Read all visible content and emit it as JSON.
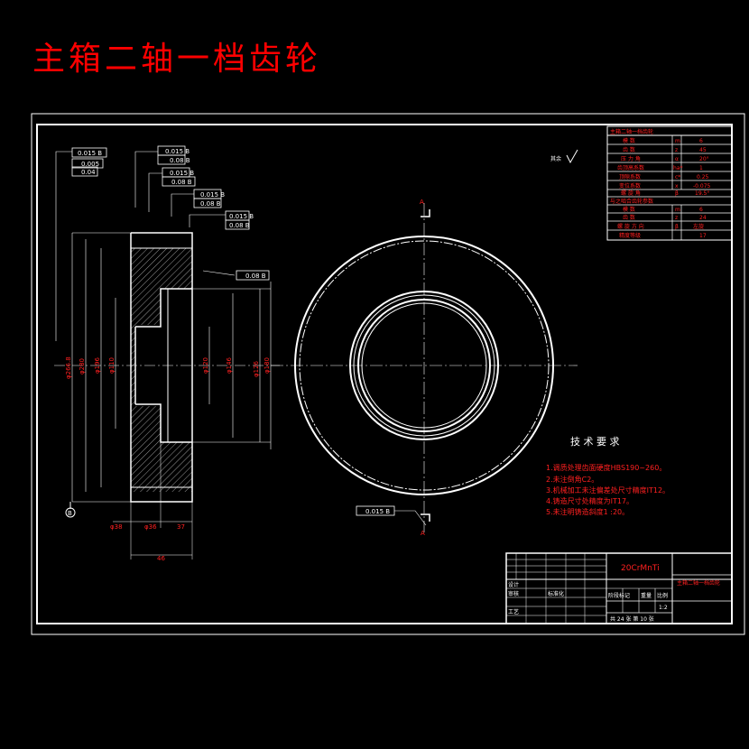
{
  "title": "主箱二轴一档齿轮",
  "colors": {
    "background": "#000000",
    "lines": "#ffffff",
    "text_red": "#ff2020",
    "title": "#ff0000"
  },
  "param_table": {
    "header": "主箱二轴一档齿轮",
    "rows": [
      {
        "name": "模 数",
        "sym": "m",
        "val": "6"
      },
      {
        "name": "齿 数",
        "sym": "z",
        "val": "45"
      },
      {
        "name": "压 力 角",
        "sym": "α",
        "val": "20°"
      },
      {
        "name": "齿顶高系数",
        "sym": "ha*",
        "val": "1"
      },
      {
        "name": "顶隙系数",
        "sym": "c*",
        "val": "0.25"
      },
      {
        "name": "变位系数",
        "sym": "x",
        "val": "-0.075"
      },
      {
        "name": "螺 旋 角",
        "sym": "β",
        "val": "19.5°"
      }
    ],
    "header2": "与之啮合齿轮参数",
    "rows2": [
      {
        "name": "模 数",
        "sym": "m",
        "val": "6"
      },
      {
        "name": "齿 数",
        "sym": "z",
        "val": "24"
      },
      {
        "name": "螺 旋 方 向",
        "sym": "β",
        "val": "左旋"
      },
      {
        "name": "精度等级",
        "sym": "",
        "val": "17"
      }
    ]
  },
  "roughness_note": "其余",
  "section_label": "A",
  "tolerances": {
    "runout_top": "0.015 B",
    "flat": "0.08 B",
    "dims_left": [
      "0.015 B",
      "0.005",
      "0.04"
    ],
    "mid": "0.08 B",
    "bottom": "0.015 B"
  },
  "dims": {
    "vertical": [
      "φ266.8",
      "φ280",
      "φ196",
      "φ110",
      "φ120",
      "φ146",
      "φ126",
      "φ180"
    ],
    "horizontal": [
      "φ38",
      "φ36",
      "37",
      "46"
    ],
    "datum": "B"
  },
  "tech_requirements": {
    "heading": "技 术 要 求",
    "items": [
      "1.调质处理齿面硬度HBS190~260。",
      "2.未注倒角C2。",
      "3.机械加工未注偏差处尺寸精度IT12。",
      "4.铸造尺寸处精度为IT17。",
      "5.未注明铸造斜度1 :20。"
    ]
  },
  "title_block": {
    "material": "20CrMnTi",
    "drawing_name": "主箱二轴一档齿轮",
    "labels": [
      "设计",
      "审核",
      "工艺",
      "标准化",
      "阶段标记",
      "重量",
      "比例"
    ],
    "scale": "1:2",
    "sheets": "共 24 张 第 10 张"
  }
}
